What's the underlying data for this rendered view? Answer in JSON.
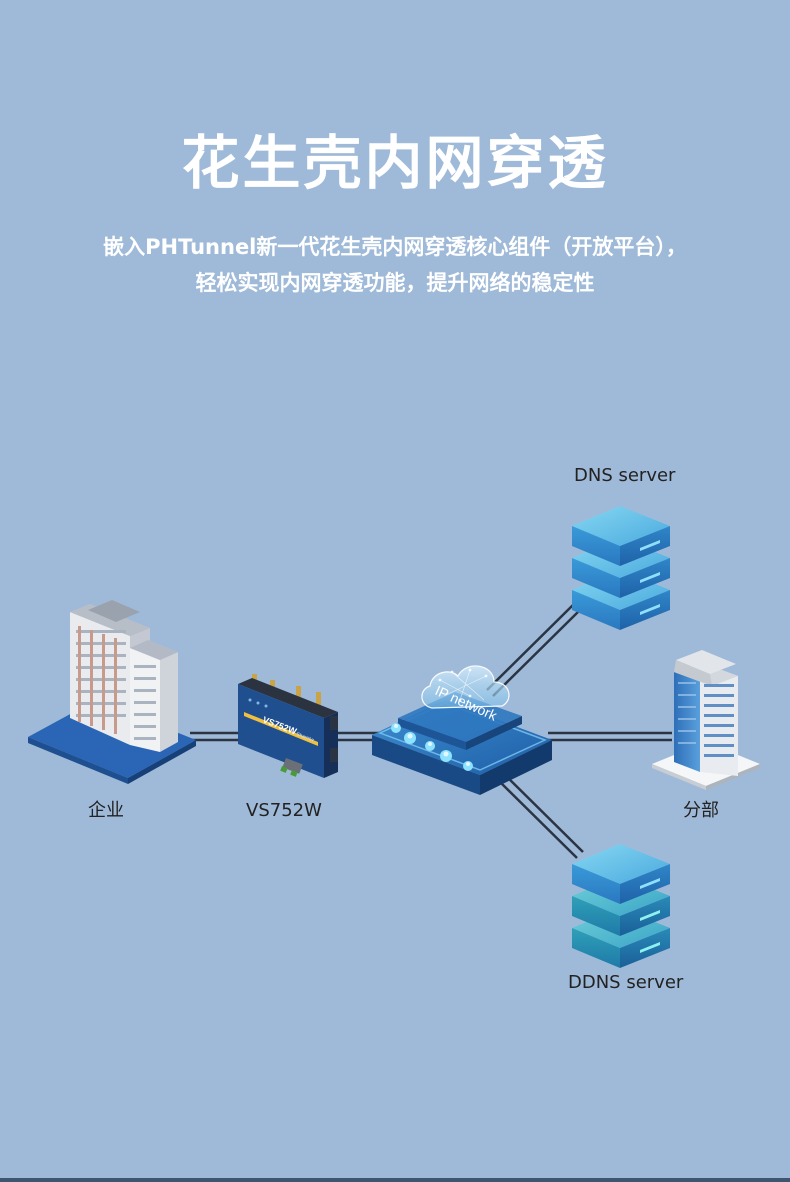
{
  "header": {
    "title": "花生壳内网穿透",
    "subtitle_line1": "嵌入PHTunnel新一代花生壳内网穿透核心组件（开放平台），",
    "subtitle_line2": "轻松实现内网穿透功能，提升网络的稳定性"
  },
  "nodes": {
    "enterprise": "企业",
    "router": "VS752W",
    "router_screen_text": "VS752W",
    "router_brand": "Sharetw",
    "cloud": "IP network",
    "dns": "DNS server",
    "branch": "分部",
    "ddns": "DDNS server"
  },
  "icons": [
    "enterprise-building-icon",
    "router-icon",
    "ip-network-hub-icon",
    "server-stack-icon",
    "office-tower-icon"
  ],
  "colors": {
    "background": "#9fbad8",
    "server_top": "#6fc7ea",
    "server_side": "#2f86c8",
    "router_body": "#1f4f8f",
    "link": "#2a3442"
  }
}
